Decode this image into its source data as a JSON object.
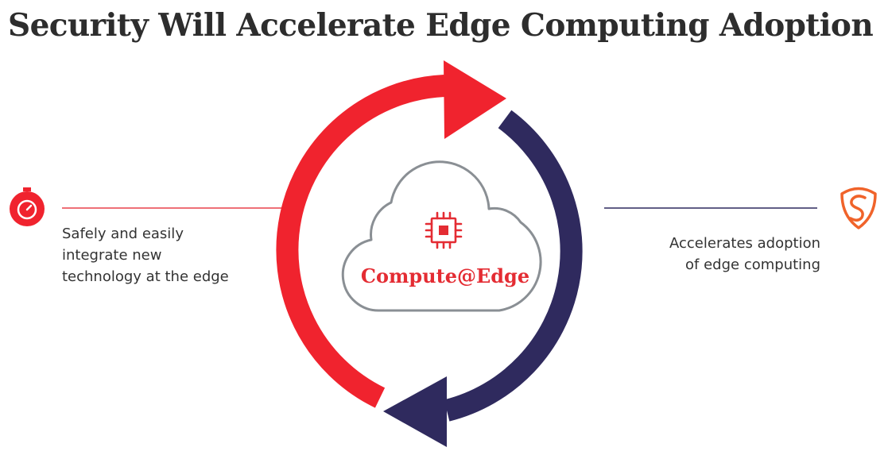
{
  "title": "Security Will Accelerate Edge Computing Adoption",
  "center": {
    "label": "Compute@Edge",
    "icon": "chip-icon"
  },
  "left": {
    "icon": "stopwatch-icon",
    "lines": [
      "Safely and easily",
      "integrate new",
      "technology at the edge"
    ]
  },
  "right": {
    "icon": "shield-icon",
    "lines": [
      "Accelerates adoption",
      "of edge computing"
    ]
  },
  "colors": {
    "red": "#f0232e",
    "navy": "#2f2a5e",
    "cloud_stroke": "#8a8f94",
    "text": "#333333",
    "shield_orange": "#f0632a"
  }
}
